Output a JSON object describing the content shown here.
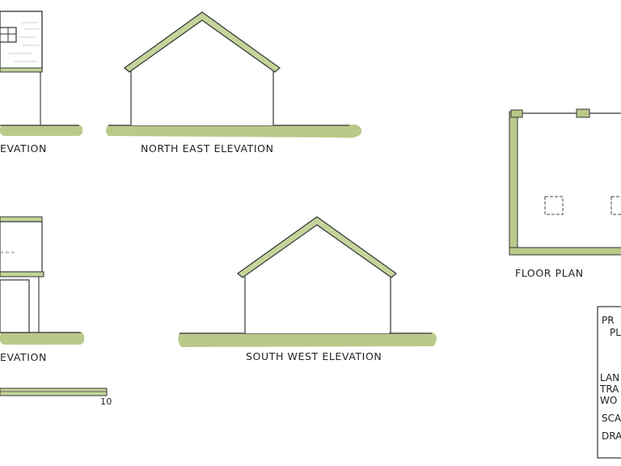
{
  "drawing": {
    "labels": {
      "elevation_1_partial": "EVATION",
      "north_east": "NORTH EAST ELEVATION",
      "elevation_3_partial": "EVATION",
      "south_west": "SOUTH WEST ELEVATION",
      "floor_plan": "FLOOR PLAN"
    },
    "scale_bar": {
      "end_label": "10"
    },
    "title_block": {
      "line_1": "PR",
      "line_2": "PL",
      "line_3": "LAN",
      "line_4": "TRA",
      "line_5": "WO",
      "line_6": "SCA",
      "line_7": "DRA"
    }
  },
  "colors": {
    "ground_wash": "#b9c98a",
    "ground_line": "#7c8c4c",
    "roof_green": "#c4d49a",
    "ink": "#2a2a2a"
  }
}
